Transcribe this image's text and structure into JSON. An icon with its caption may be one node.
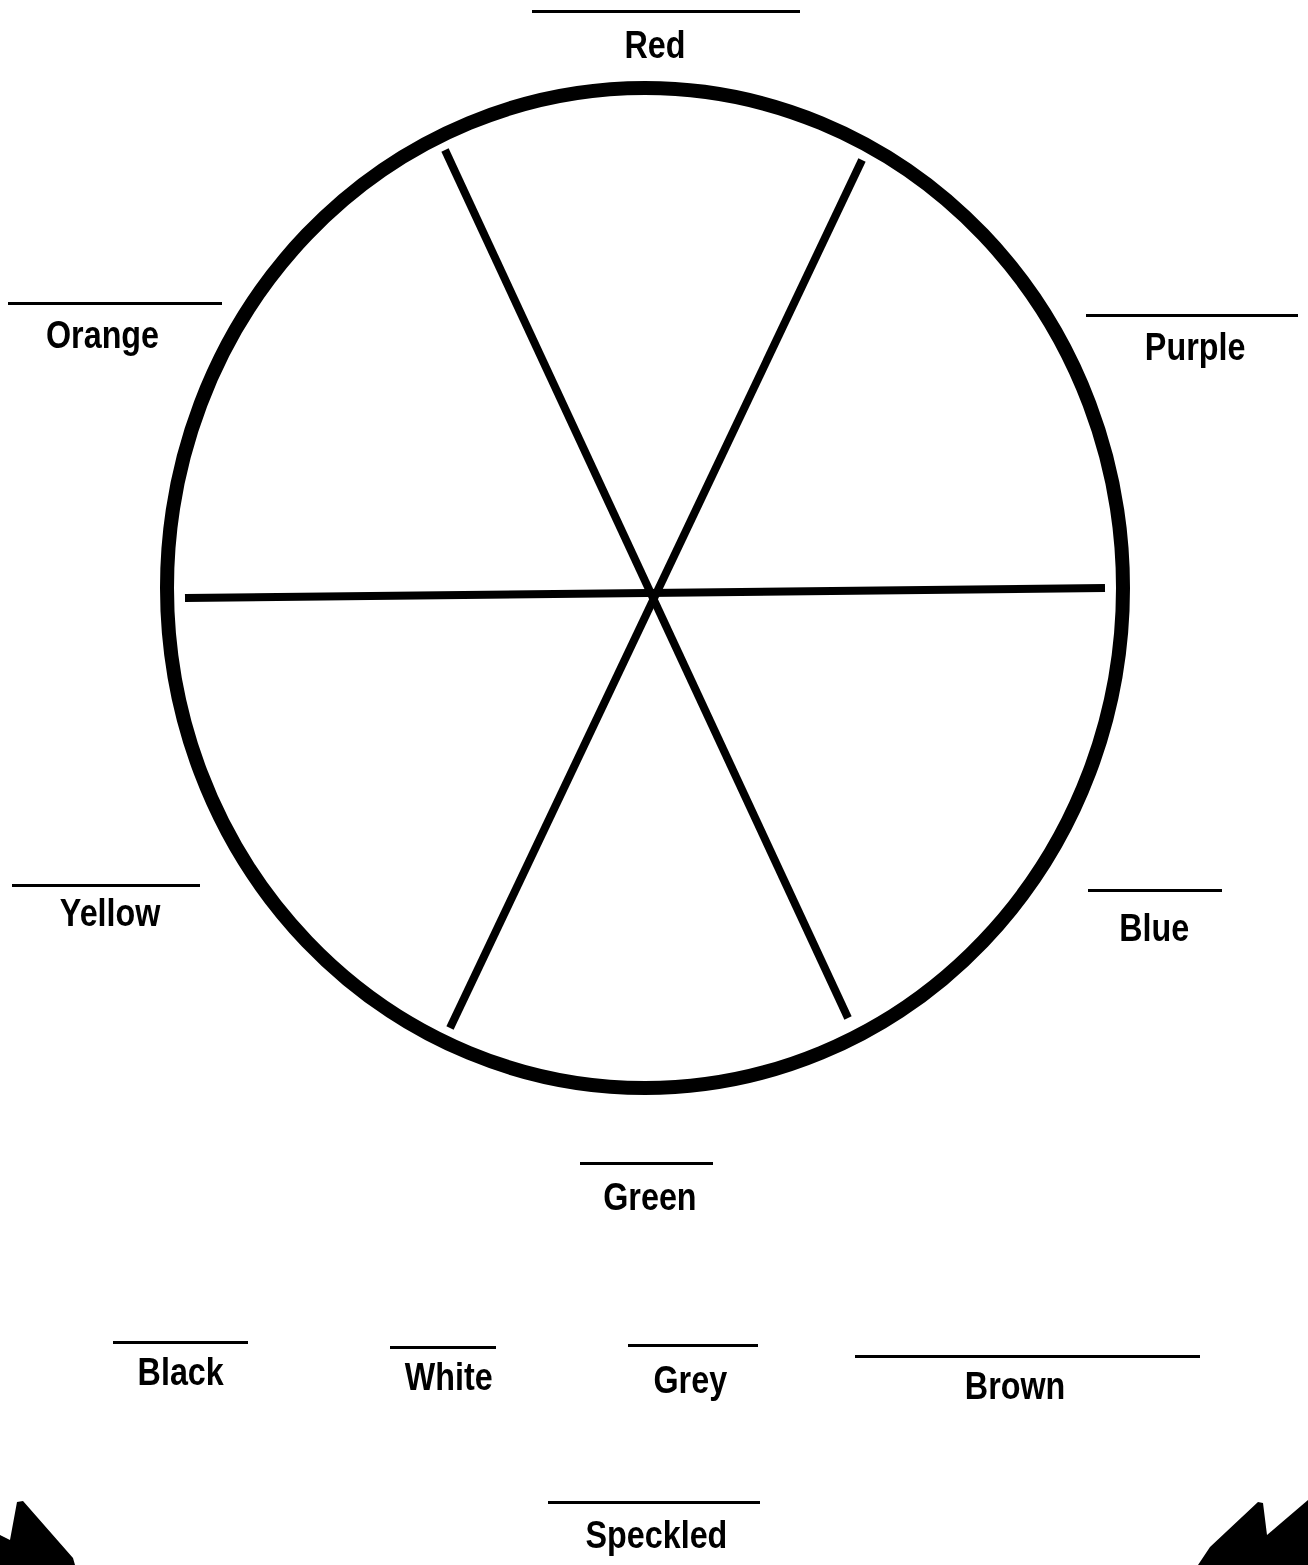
{
  "diagram": {
    "labels": [
      "Red",
      "Orange",
      "Purple",
      "Yellow",
      "Blue",
      "Green",
      "Black",
      "White",
      "Grey",
      "Brown",
      "Speckled"
    ]
  }
}
